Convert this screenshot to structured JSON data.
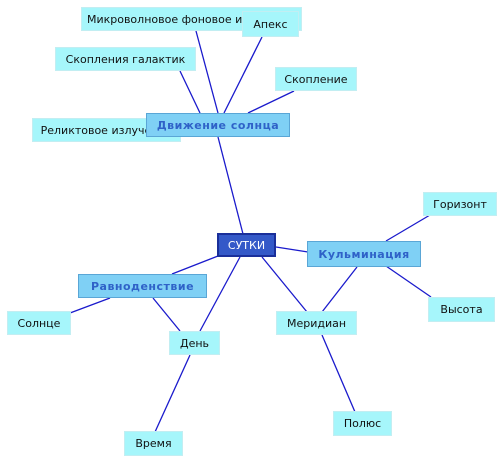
{
  "diagram": {
    "root": {
      "label": "СУТКИ"
    },
    "categories": {
      "sun_motion": {
        "label": "Движение солнца"
      },
      "culmination": {
        "label": "Кульминация"
      },
      "equinox": {
        "label": "Равноденствие"
      }
    },
    "leaves": {
      "microwave": {
        "label": "Микроволновое фоновое излучение"
      },
      "apex": {
        "label": "Апекс"
      },
      "galaxy_clusters": {
        "label": "Скопления галактик"
      },
      "cluster": {
        "label": "Скопление"
      },
      "relic": {
        "label": "Реликтовое излучение"
      },
      "horizon": {
        "label": "Горизонт"
      },
      "altitude": {
        "label": "Высота"
      },
      "sun": {
        "label": "Солнце"
      },
      "meridian": {
        "label": "Меридиан"
      },
      "day": {
        "label": "День"
      },
      "pole": {
        "label": "Полюс"
      },
      "time": {
        "label": "Время"
      }
    },
    "colors": {
      "edge": "#1a1acc",
      "leaf_fill": "#a6f6fb",
      "category_fill": "#7fd0f5",
      "category_text": "#2f62c8",
      "root_fill": "#3459c8",
      "root_border": "#1a2f9a"
    }
  }
}
